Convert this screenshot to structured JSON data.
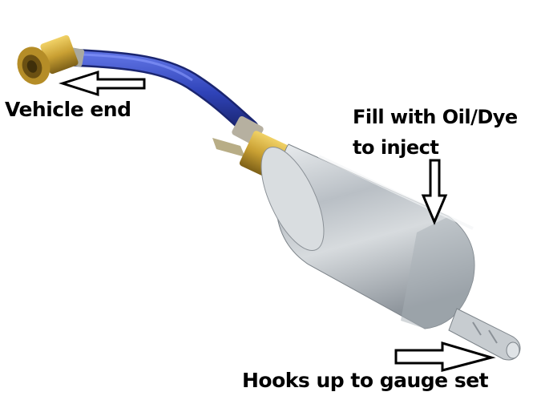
{
  "image": {
    "subject": "oil/dye injector tool with blue hose and brass coupler",
    "background": "#ffffff"
  },
  "annotations": [
    {
      "id": "vehicle",
      "text": "Vehicle end",
      "arrow": "left-arrow-icon"
    },
    {
      "id": "fill",
      "text_line1": "Fill with Oil/Dye",
      "text_line2": "to inject",
      "arrow": "down-arrow-icon"
    },
    {
      "id": "hooks",
      "text": "Hooks up to gauge set",
      "arrow": "right-arrow-icon"
    }
  ],
  "colors": {
    "hose": "#2f43b8",
    "brass": "#c9a033",
    "aluminum": "#c3c8cc",
    "arrow_stroke": "#000000"
  }
}
